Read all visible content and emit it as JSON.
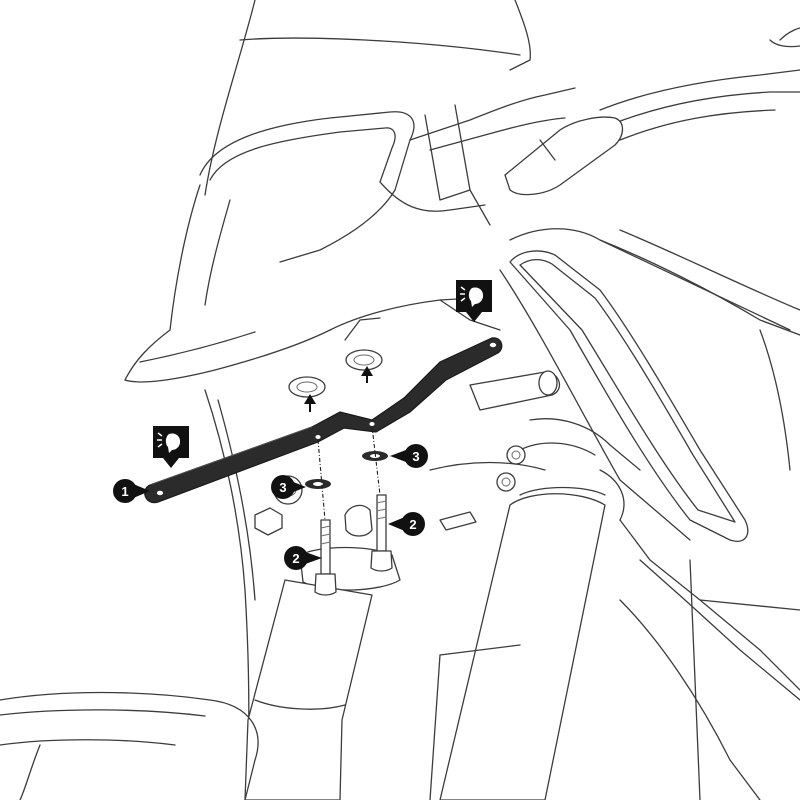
{
  "callouts": [
    {
      "label": "1",
      "part": "bracket"
    },
    {
      "label": "2",
      "part": "bolt"
    },
    {
      "label": "2",
      "part": "bolt"
    },
    {
      "label": "3",
      "part": "washer"
    },
    {
      "label": "3",
      "part": "washer"
    }
  ],
  "icons": [
    "torque-instruction-icon",
    "torque-instruction-icon",
    "up-arrow-icon",
    "up-arrow-icon"
  ],
  "colors": {
    "line": "#3c3c3c",
    "part": "#2b2b2b",
    "callout": "#111111"
  }
}
